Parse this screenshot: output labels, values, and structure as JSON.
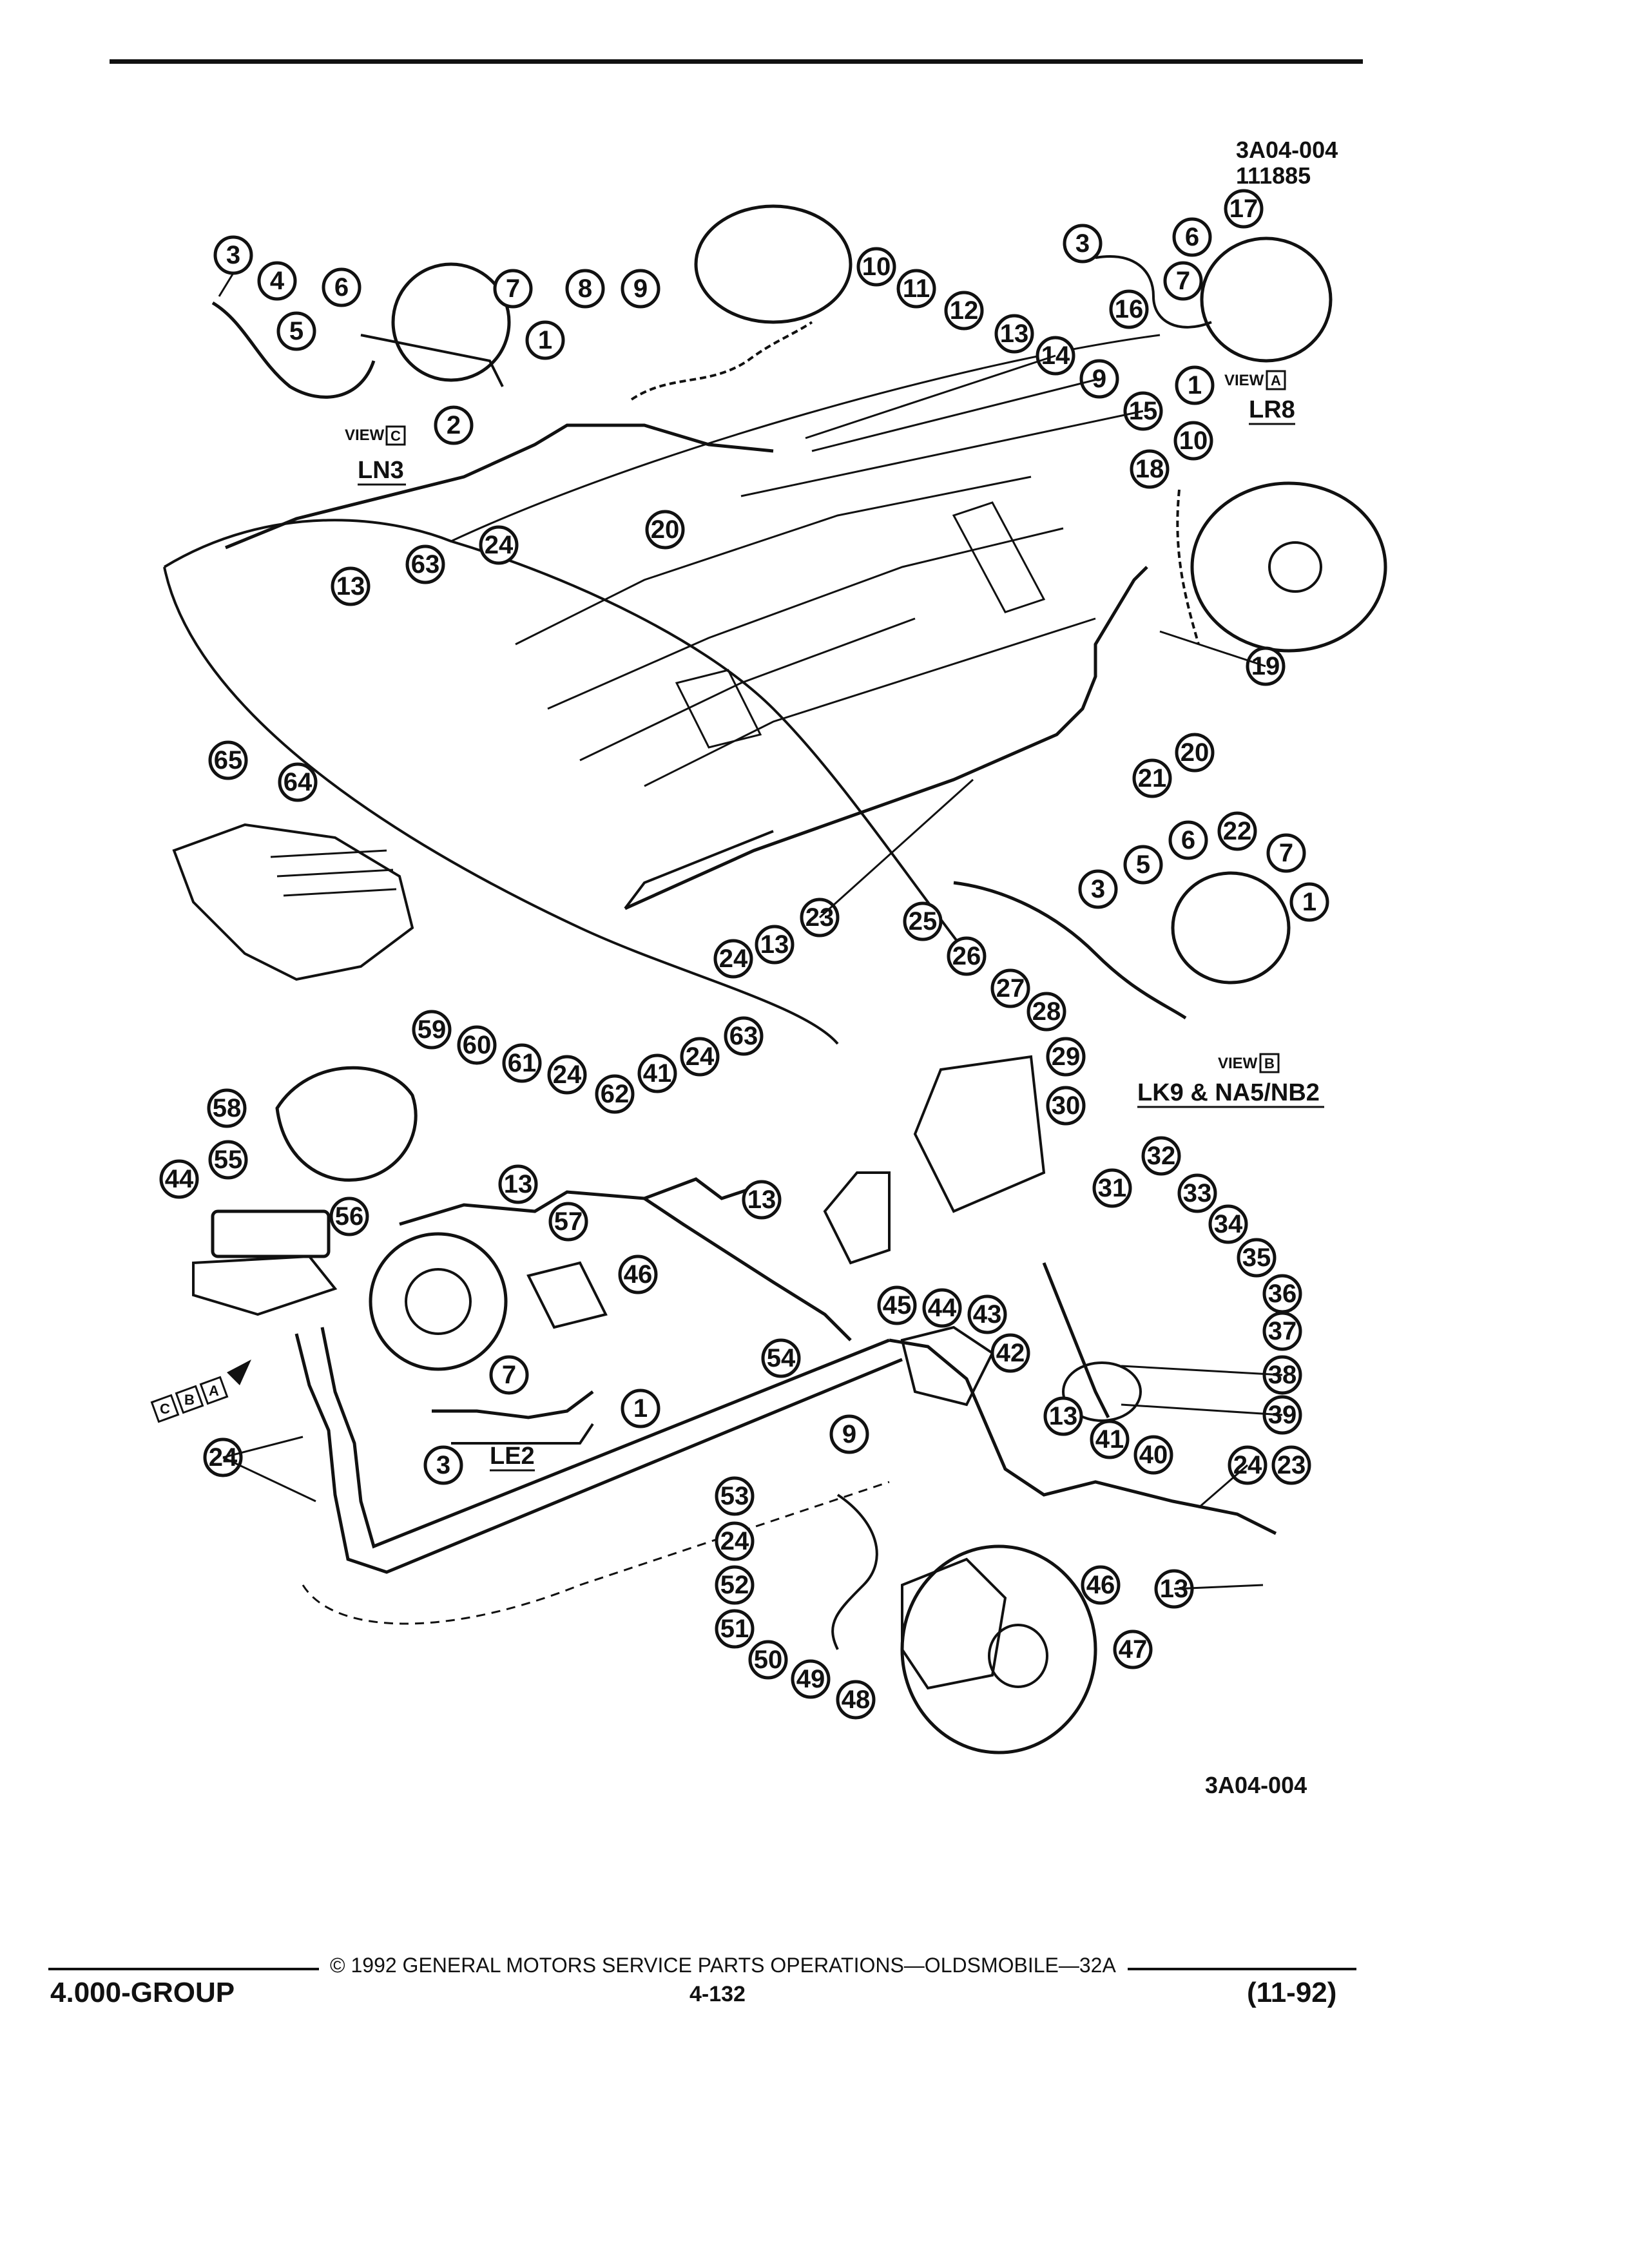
{
  "header": {
    "ref_code": "3A04-004",
    "ref_date": "111885"
  },
  "views": {
    "view_c": {
      "label": "VIEW",
      "letter": "C",
      "engine": "LN3"
    },
    "view_a": {
      "label": "VIEW",
      "letter": "A",
      "engine": "LR8"
    },
    "view_b": {
      "label": "VIEW",
      "letter": "B",
      "engine": "LK9 & NA5/NB2"
    },
    "le2": "LE2",
    "arrow_letters": [
      "C",
      "B",
      "A"
    ]
  },
  "callouts": {
    "c3a": "3",
    "c4": "4",
    "c5a": "5",
    "c6a": "6",
    "c7a": "7",
    "c1a": "1",
    "c2": "2",
    "c8": "8",
    "c9a": "9",
    "c10a": "10",
    "c11": "11",
    "c12": "12",
    "c13a": "13",
    "c14": "14",
    "c9b": "9",
    "c15": "15",
    "c3b": "3",
    "c6b": "6",
    "c17": "17",
    "c7b": "7",
    "c16": "16",
    "c1b": "1",
    "c10b": "10",
    "c18": "18",
    "c19": "19",
    "c20b": "20",
    "c21": "21",
    "c20a": "20",
    "c24a": "24",
    "c63a": "63",
    "c13b": "13",
    "c65": "65",
    "c64": "64",
    "c22": "22",
    "c6c": "6",
    "c7c": "7",
    "c5c": "5",
    "c1c": "1",
    "c3c": "3",
    "c25": "25",
    "c23a": "23",
    "c13c": "13",
    "c24b": "24",
    "c26": "26",
    "c27": "27",
    "c28": "28",
    "c29": "29",
    "c30": "30",
    "c32": "32",
    "c31": "31",
    "c33": "33",
    "c34": "34",
    "c35": "35",
    "c36": "36",
    "c37": "37",
    "c38": "38",
    "c39": "39",
    "c59": "59",
    "c60": "60",
    "c61": "61",
    "c24c": "24",
    "c62": "62",
    "c41a": "41",
    "c24d": "24",
    "c63b": "63",
    "c58": "58",
    "c13d": "13",
    "c13e": "13",
    "c44a": "44",
    "c55": "55",
    "c56": "56",
    "c57": "57",
    "c46a": "46",
    "c45": "45",
    "c44b": "44",
    "c43": "43",
    "c54": "54",
    "c42": "42",
    "c7d": "7",
    "c1d": "1",
    "c3d": "3",
    "c24e": "24",
    "c9c": "9",
    "c13f": "13",
    "c41b": "41",
    "c40": "40",
    "c24f": "24",
    "c23b": "23",
    "c53": "53",
    "c24g": "24",
    "c52": "52",
    "c51": "51",
    "c50": "50",
    "c49": "49",
    "c48": "48",
    "c47": "47",
    "c46b": "46",
    "c13g": "13"
  },
  "footer": {
    "figure_code": "3A04-004",
    "copyright": "© 1992 GENERAL MOTORS SERVICE PARTS OPERATIONS—OLDSMOBILE—32A",
    "group": "4.000-GROUP",
    "page": "4-132",
    "date": "(11-92)"
  }
}
